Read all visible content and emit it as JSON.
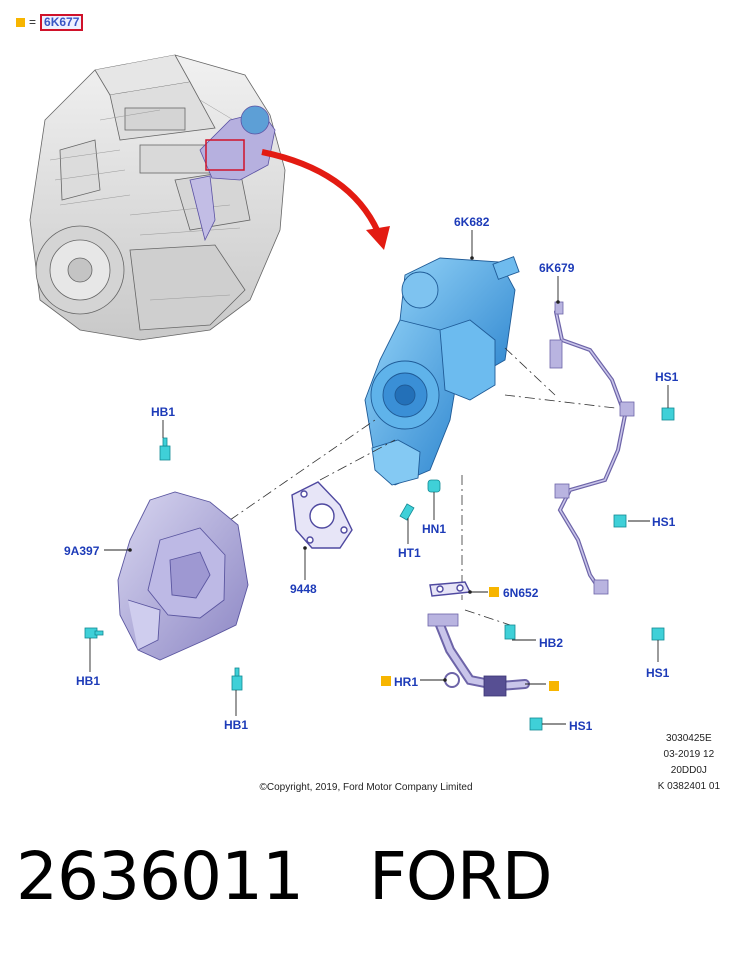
{
  "legend": {
    "equals": "=",
    "code": "6K677"
  },
  "callouts": {
    "turbo": "6K682",
    "oil_feed_pipe": "6K679",
    "hs1_a": "HS1",
    "hs1_b": "HS1",
    "hs1_c": "HS1",
    "hs1_d": "HS1",
    "hb1_top": "HB1",
    "hb1_left": "HB1",
    "hb1_bottom": "HB1",
    "heat_shield": "9A397",
    "gasket": "9448",
    "hn1": "HN1",
    "ht1": "HT1",
    "gasket_6n652": "6N652",
    "hb2": "HB2",
    "hr1": "HR1"
  },
  "stamp": [
    "3030425E",
    "03-2019 12",
    "20DD0J",
    "K 0382401 01"
  ],
  "copyright": "©Copyright, 2019, Ford Motor Company Limited",
  "footer": {
    "part_number": "2636011",
    "brand": "FORD"
  },
  "colors": {
    "accent": "#1d3bb8",
    "marker": "#f7b500",
    "arrow": "#e31b12",
    "part_blue": "#5fb3ea",
    "part_violet": "#a7a2d6"
  }
}
